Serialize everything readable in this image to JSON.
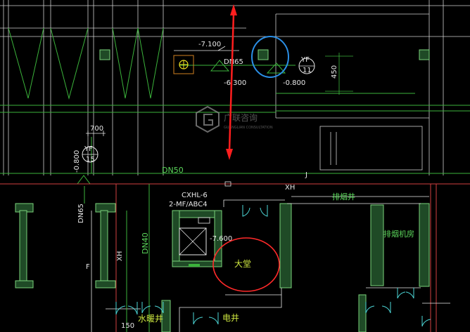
{
  "labels": {
    "elev_top": "-7.100",
    "dn65_top": "DN65",
    "elev_mid": "-6.300",
    "elev_right": "-0.800",
    "yf_top": "YF",
    "yf_bottom": "11",
    "dim_450": "450",
    "dim_700": "700",
    "elev_left": "-0.800",
    "yf_left_top": "YF",
    "yf_left_bottom": "15",
    "dn50": "DN50",
    "j_mark": "J",
    "xh_top": "XH",
    "dn65_left": "DN65",
    "cxhl": "CXHL-6",
    "mf_abc": "2-MF/ABC4",
    "elev_lift": "-7.600",
    "xh_left": "XH",
    "dn40": "DN40",
    "f_mark": "F",
    "exhaust_shaft": "排烟井",
    "exhaust_room": "排烟机房",
    "lobby": "大堂",
    "water_shaft": "水暖井",
    "electric_shaft": "电井",
    "dim_150": "150"
  },
  "watermark": {
    "name": "广联咨询",
    "sub": "GUANGLIAN CONSULTATION"
  },
  "colors": {
    "background": "#000000",
    "wall_fill": "#1f4a26",
    "wall_stroke": "#7ad27a",
    "pipe_green": "#3bb33b",
    "axis_red": "#d04040",
    "arrow_red": "#ff1e1e",
    "annotation_blue": "#2b8fe6",
    "annotation_red": "#ff2a2a",
    "text_yellow": "#cfe840",
    "text_green": "#5bd65b"
  }
}
